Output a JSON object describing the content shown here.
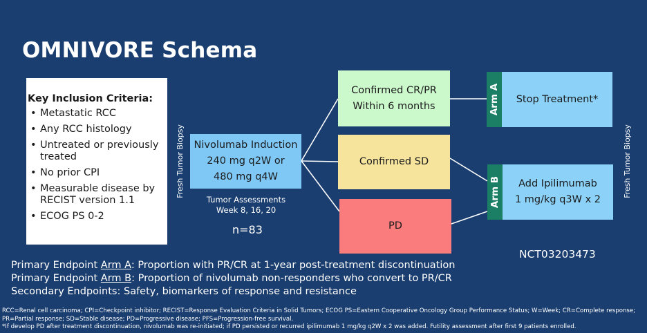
{
  "title": "OMNIVORE Schema",
  "criteria": {
    "heading": "Key Inclusion Criteria:",
    "items": [
      "Metastatic RCC",
      "Any RCC histology",
      "Untreated or previously treated",
      "No prior CPI",
      "Measurable disease by RECIST version 1.1",
      "ECOG PS 0-2"
    ]
  },
  "biopsy_label": "Fresh Tumor Biopsy",
  "induction": {
    "line1": "Nivolumab Induction",
    "line2": "240 mg q2W or",
    "line3": "480 mg q4W"
  },
  "assessments": {
    "line1": "Tumor Assessments",
    "line2": "Week 8, 16, 20"
  },
  "n": "n=83",
  "outcomes": {
    "cr": {
      "line1": "Confirmed CR/PR",
      "line2": "Within 6 months"
    },
    "sd": "Confirmed SD",
    "pd": "PD"
  },
  "arms": {
    "a": {
      "label": "Arm A",
      "text": "Stop Treatment*"
    },
    "b": {
      "label": "Arm B",
      "line1": "Add Ipilimumab",
      "line2": "1 mg/kg q3W x 2"
    }
  },
  "nct": "NCT03203473",
  "endpoints": {
    "l1_prefix": "Primary Endpoint ",
    "l1_arm": "Arm A",
    "l1_text": ": Proportion with PR/CR at 1-year post-treatment discontinuation",
    "l2_prefix": "Primary Endpoint ",
    "l2_arm": "Arm B",
    "l2_text": ": Proportion of nivolumab non-responders who convert to PR/CR",
    "l3": "Secondary Endpoints: Safety, biomarkers of response and resistance"
  },
  "footnotes": {
    "line1": "RCC=Renal cell carcinoma; CPI=Checkpoint inhibitor; RECIST=Response Evaluation Criteria in Solid Tumors; ECOG PS=Eastern Cooperative Oncology Group Performance Status; W=Week; CR=Complete response;",
    "line2": "PR=Partial response; SD=Stable disease; PD=Progressive disease; PFS=Progression-free survival.",
    "line3": "*If develop PD after treatment discontinuation, nivolumab was re-initiated; if PD persisted or recurred ipilimumab 1 mg/kg q2W x 2 was added. Futility assessment after first 9 patients enrolled."
  },
  "colors": {
    "background": "#1a3e6f",
    "induction": "#7fc8f5",
    "cr": "#ccf9cc",
    "sd": "#f6e49d",
    "pd": "#fb7c7c",
    "arm_box": "#8bd1f8",
    "arm_tab": "#1a7f64"
  }
}
